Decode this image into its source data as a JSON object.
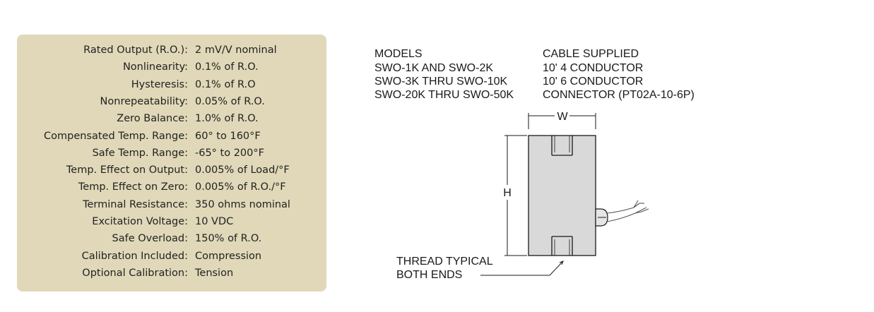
{
  "specs": [
    {
      "label": "Rated Output (R.O.):",
      "value": "2 mV/V nominal"
    },
    {
      "label": "Nonlinearity:",
      "value": "0.1% of R.O."
    },
    {
      "label": "Hysteresis:",
      "value": "0.1% of R.O"
    },
    {
      "label": "Nonrepeatability:",
      "value": "0.05% of R.O."
    },
    {
      "label": "Zero Balance:",
      "value": "1.0% of R.O."
    },
    {
      "label": "Compensated Temp. Range:",
      "value": "60° to 160°F"
    },
    {
      "label": "Safe Temp. Range:",
      "value": "-65° to 200°F"
    },
    {
      "label": "Temp. Effect on Output:",
      "value": "0.005% of Load/°F"
    },
    {
      "label": "Temp. Effect on Zero:",
      "value": "0.005% of R.O./°F"
    },
    {
      "label": "Terminal Resistance:",
      "value": "350 ohms nominal"
    },
    {
      "label": "Excitation Voltage:",
      "value": "10 VDC"
    },
    {
      "label": "Safe Overload:",
      "value": "150% of R.O."
    },
    {
      "label": "Calibration Included:",
      "value": "Compression"
    },
    {
      "label": "Optional Calibration:",
      "value": "Tension"
    }
  ],
  "drawing": {
    "models_header": "MODELS",
    "cable_header": "CABLE SUPPLIED",
    "rows": [
      {
        "model": "SWO-1K AND SWO-2K",
        "cable": "10' 4 CONDUCTOR"
      },
      {
        "model": "SWO-3K THRU SWO-10K",
        "cable": "10' 6 CONDUCTOR"
      },
      {
        "model": "SWO-20K THRU SWO-50K",
        "cable": "CONNECTOR (PT02A-10-6P)"
      }
    ],
    "width_label": "W",
    "height_label": "H",
    "thread_note_line1": "THREAD TYPICAL",
    "thread_note_line2": "BOTH ENDS"
  },
  "colors": {
    "panel_background": "#e0d8b8",
    "body_fill": "#d9d9d9",
    "line_color": "#1a1a1a"
  }
}
